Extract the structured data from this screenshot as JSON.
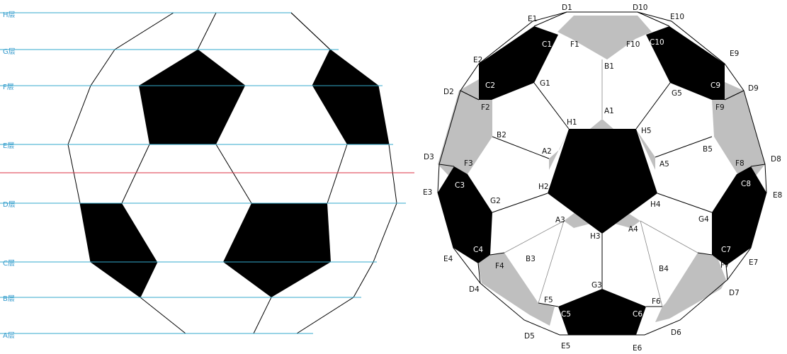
{
  "left_diagram": {
    "layer_labels": [
      "H层",
      "G层",
      "F层",
      "E层",
      "D层",
      "C层",
      "B层",
      "A层"
    ],
    "colors": {
      "layer_line": "#33aacc",
      "split_line": "#dd3344",
      "black": "#000000",
      "outline": "#000000"
    }
  },
  "right_diagram": {
    "point_labels": {
      "D1": "D1",
      "D10": "D10",
      "E1": "E1",
      "E10": "E10",
      "E9": "E9",
      "E2": "E2",
      "C1": "C1",
      "F1": "F1",
      "F10": "F10",
      "C10": "C10",
      "B1": "B1",
      "D2": "D2",
      "D9": "D9",
      "C2": "C2",
      "G1": "G1",
      "G5": "G5",
      "C9": "C9",
      "F2": "F2",
      "F9": "F9",
      "A1": "A1",
      "H1": "H1",
      "H5": "H5",
      "B2": "B2",
      "B5": "B5",
      "D3": "D3",
      "D8": "D8",
      "A2": "A2",
      "A5": "A5",
      "F3": "F3",
      "F8": "F8",
      "C3": "C3",
      "C8": "C8",
      "E3": "E3",
      "E8": "E8",
      "H2": "H2",
      "H4": "H4",
      "G2": "G2",
      "G4": "G4",
      "A3": "A3",
      "A4": "A4",
      "H3": "H3",
      "C4": "C4",
      "C7": "C7",
      "E4": "E4",
      "E7": "E7",
      "F4": "F4",
      "F7": "F7",
      "B3": "B3",
      "B4": "B4",
      "D4": "D4",
      "D7": "D7",
      "G3": "G3",
      "F5": "F5",
      "F6": "F6",
      "C5": "C5",
      "C6": "C6",
      "D5": "D5",
      "D6": "D6",
      "E5": "E5",
      "E6": "E6"
    },
    "colors": {
      "gray": "#bfbfbf",
      "black": "#000000",
      "thin_line": "#888888"
    }
  }
}
